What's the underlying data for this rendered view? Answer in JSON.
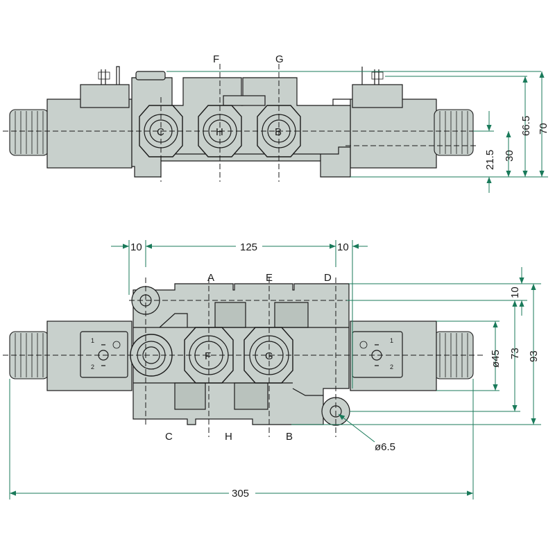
{
  "top_view": {
    "port_labels_above": [
      "F",
      "G"
    ],
    "port_labels_body": [
      "C",
      "H",
      "B"
    ],
    "dimensions": [
      "21.5",
      "30",
      "66.5",
      "70"
    ]
  },
  "front_view": {
    "port_labels_above": [
      "A",
      "E",
      "D"
    ],
    "port_labels_below": [
      "C",
      "H",
      "B"
    ],
    "port_labels_body": [
      "F",
      "G"
    ],
    "dim_top": [
      "10",
      "125",
      "10"
    ],
    "dim_right": [
      "10",
      "ø45",
      "73",
      "93"
    ],
    "hole_label": "ø6.5",
    "overall_width": "305",
    "coil_pins": [
      "1",
      "2",
      "1",
      "2"
    ]
  },
  "colors": {
    "body": "#c8d0cc",
    "dimension": "#1a7a5a",
    "outline": "#1a1a1a"
  }
}
